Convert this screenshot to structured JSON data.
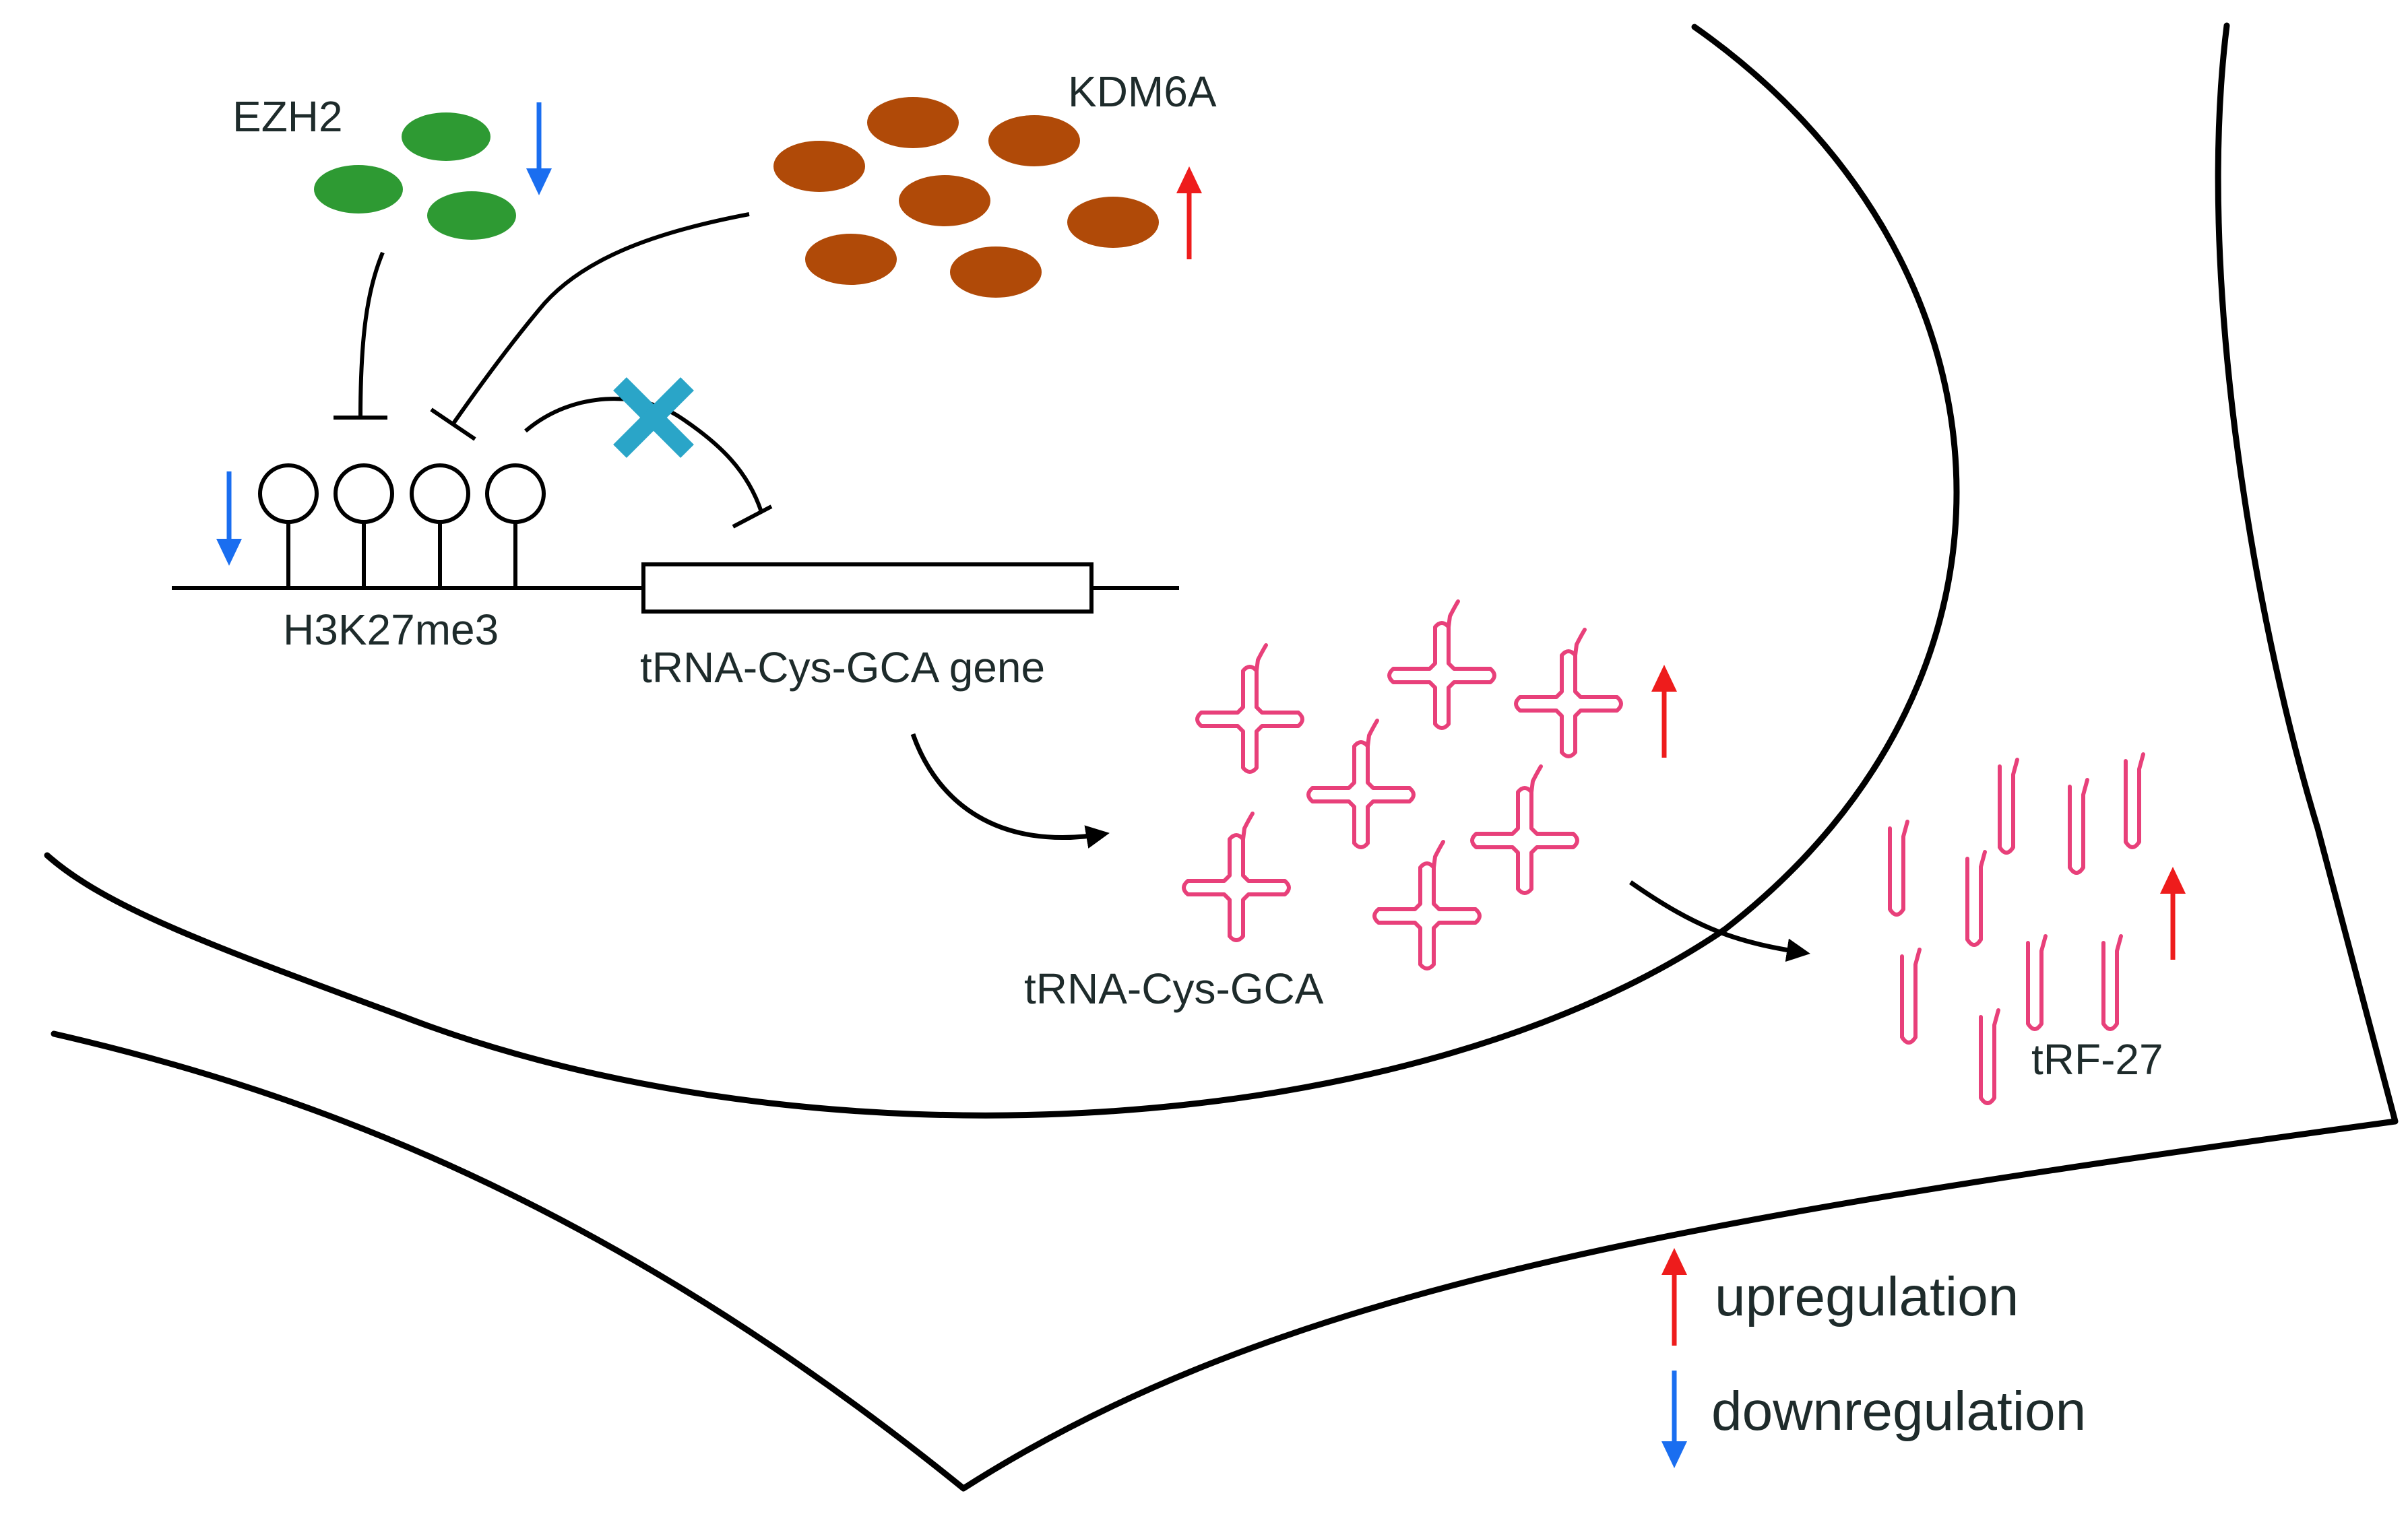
{
  "labels": {
    "ezh2": "EZH2",
    "kdm6a": "KDM6A",
    "h3k27me3": "H3K27me3",
    "trna_gene": "tRNA-Cys-GCA gene",
    "trna": "tRNA-Cys-GCA",
    "trf27": "tRF-27"
  },
  "legend": {
    "up": "upregulation",
    "down": "downregulation"
  },
  "colors": {
    "ezh2": "#2e9a33",
    "kdm6a": "#b04a08",
    "up_arrow": "#ee1c1c",
    "down_arrow": "#1a6ef0",
    "trna": "#e8407a",
    "block": "#2aa5c8",
    "line": "#000000"
  },
  "icons": {
    "block": "x-mark-icon",
    "trna": "cloverleaf-icon",
    "fragment": "hairpin-icon"
  }
}
